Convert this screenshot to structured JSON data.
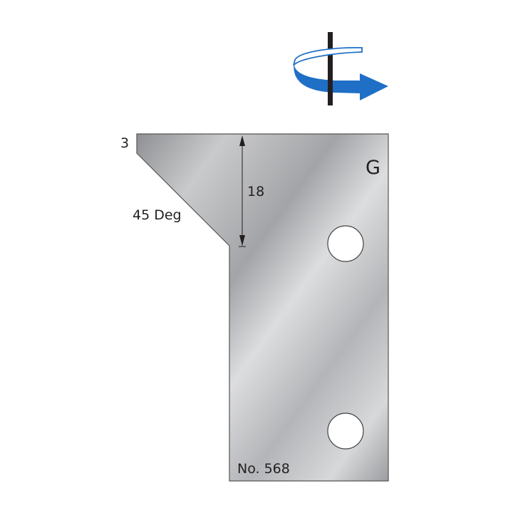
{
  "diagram": {
    "title_letter": "G",
    "part_number": "No. 568",
    "labels": {
      "top_offset": "3",
      "angle": "45 Deg",
      "height": "18"
    },
    "rotation_icon": "clockwise-rotation-arrow-icon",
    "colors": {
      "arrow_blue": "#1f6fc6",
      "shaft": "#231f20",
      "outline": "#555555",
      "steel_light": "#e6e7e9",
      "steel_dark": "#9a9b9e"
    }
  }
}
